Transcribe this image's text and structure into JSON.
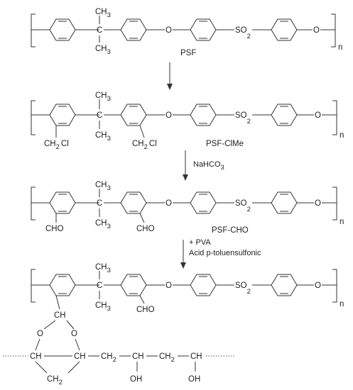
{
  "structures": [
    {
      "name": "PSF",
      "labels": {
        "me_top": "CH",
        "me_top_sub": "3",
        "me_bot": "CH",
        "me_bot_sub": "3",
        "o1": "O",
        "so2": "SO",
        "so2_sub": "2",
        "o2": "O",
        "n": "n"
      },
      "substituent": {
        "text": "",
        "sub": "",
        "tail": ""
      },
      "substituent2": {
        "text": "",
        "tail": ""
      }
    },
    {
      "name": "PSF-ClMe",
      "labels": {
        "me_top": "CH",
        "me_top_sub": "3",
        "me_bot": "CH",
        "me_bot_sub": "3",
        "o1": "O",
        "so2": "SO",
        "so2_sub": "2",
        "o2": "O",
        "n": "n"
      },
      "substituent": {
        "text": "CH",
        "sub": "2",
        "tail": "Cl"
      },
      "substituent2": {
        "text": "CH",
        "sub": "2",
        "tail": "Cl"
      }
    },
    {
      "name": "PSF-CHO",
      "labels": {
        "me_top": "CH",
        "me_top_sub": "3",
        "me_bot": "CH",
        "me_bot_sub": "3",
        "o1": "O",
        "so2": "SO",
        "so2_sub": "2",
        "o2": "O",
        "n": "n"
      },
      "substituent": {
        "text": "CHO"
      },
      "substituent2": {
        "text": "CHO"
      }
    },
    {
      "name": "",
      "labels": {
        "me_top": "CH",
        "me_top_sub": "3",
        "me_bot": "CH",
        "me_bot_sub": "3",
        "o1": "O",
        "so2": "SO",
        "so2_sub": "2",
        "o2": "O",
        "n": "n"
      },
      "substituent2": {
        "text": "CHO"
      }
    }
  ],
  "arrows": [
    {
      "line1": "",
      "line2": ""
    },
    {
      "line1": "NaHCO",
      "line1_sub": "3",
      "line2": ""
    },
    {
      "line1": "+ PVA",
      "line2": "Acid p-toluensulfonic"
    }
  ],
  "acetal": {
    "ch_top": "CH",
    "o_left": "O",
    "o_right": "O",
    "ch_left": "CH",
    "ch_right": "CH",
    "ch2_chain1": "CH",
    "ch2_chain1_sub": "2",
    "ch_chain": "CH",
    "ch2_chain2": "CH",
    "ch2_chain2_sub": "2",
    "ch_chain2": "CH",
    "oh1": "OH",
    "oh2": "OH",
    "ch2_bottom": "CH",
    "ch2_bottom_sub": "2"
  }
}
